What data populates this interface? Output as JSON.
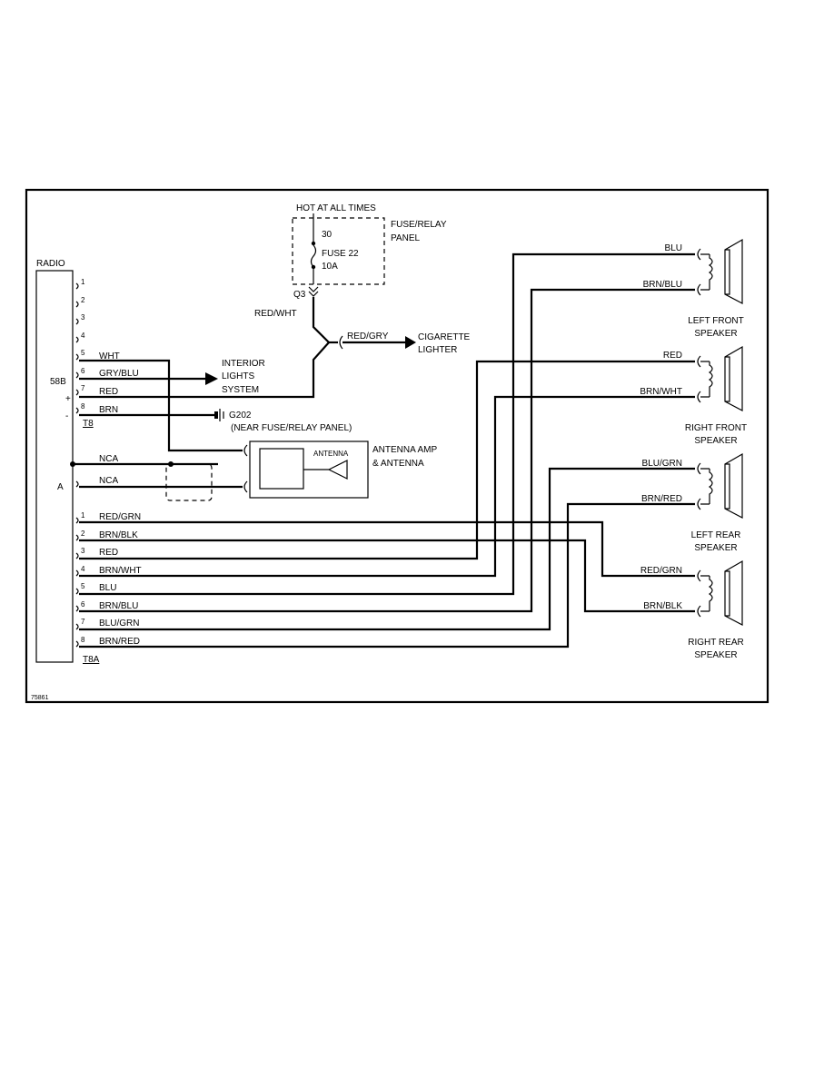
{
  "power": {
    "hot_label": "HOT AT ALL TIMES",
    "fuse_panel_l1": "FUSE/RELAY",
    "fuse_panel_l2": "PANEL",
    "terminal_30": "30",
    "fuse_l1": "FUSE 22",
    "fuse_l2": "10A",
    "connector": "Q3",
    "feed_wire": "RED/WHT"
  },
  "radio": {
    "title": "RADIO",
    "label_58b": "58B",
    "label_plus": "+",
    "label_minus": "-",
    "label_a": "A",
    "conn_t8": "T8",
    "conn_t8a": "T8A"
  },
  "t8_pins": [
    {
      "num": "1",
      "wire": ""
    },
    {
      "num": "2",
      "wire": ""
    },
    {
      "num": "3",
      "wire": ""
    },
    {
      "num": "4",
      "wire": ""
    },
    {
      "num": "5",
      "wire": "WHT"
    },
    {
      "num": "6",
      "wire": "GRY/BLU"
    },
    {
      "num": "7",
      "wire": "RED"
    },
    {
      "num": "8",
      "wire": "BRN"
    }
  ],
  "t8a_pins": [
    {
      "num": "1",
      "wire": "RED/GRN"
    },
    {
      "num": "2",
      "wire": "BRN/BLK"
    },
    {
      "num": "3",
      "wire": "RED"
    },
    {
      "num": "4",
      "wire": "BRN/WHT"
    },
    {
      "num": "5",
      "wire": "BLU"
    },
    {
      "num": "6",
      "wire": "BRN/BLU"
    },
    {
      "num": "7",
      "wire": "BLU/GRN"
    },
    {
      "num": "8",
      "wire": "BRN/RED"
    }
  ],
  "nca": {
    "top": "NCA",
    "bottom": "NCA"
  },
  "interior": {
    "l1": "INTERIOR",
    "l2": "LIGHTS",
    "l3": "SYSTEM"
  },
  "ground": {
    "name": "G202",
    "note": "(NEAR FUSE/RELAY PANEL)"
  },
  "cigarette": {
    "wire": "RED/GRY",
    "l1": "CIGARETTE",
    "l2": "LIGHTER"
  },
  "antenna": {
    "inner": "ANTENNA",
    "l1": "ANTENNA AMP",
    "l2": "& ANTENNA"
  },
  "speakers": [
    {
      "l1": "LEFT FRONT",
      "l2": "SPEAKER",
      "wire_top": "BLU",
      "wire_bottom": "BRN/BLU"
    },
    {
      "l1": "RIGHT FRONT",
      "l2": "SPEAKER",
      "wire_top": "RED",
      "wire_bottom": "BRN/WHT"
    },
    {
      "l1": "LEFT REAR",
      "l2": "SPEAKER",
      "wire_top": "BLU/GRN",
      "wire_bottom": "BRN/RED"
    },
    {
      "l1": "RIGHT REAR",
      "l2": "SPEAKER",
      "wire_top": "RED/GRN",
      "wire_bottom": "BRN/BLK"
    }
  ],
  "figure_id": "75861"
}
